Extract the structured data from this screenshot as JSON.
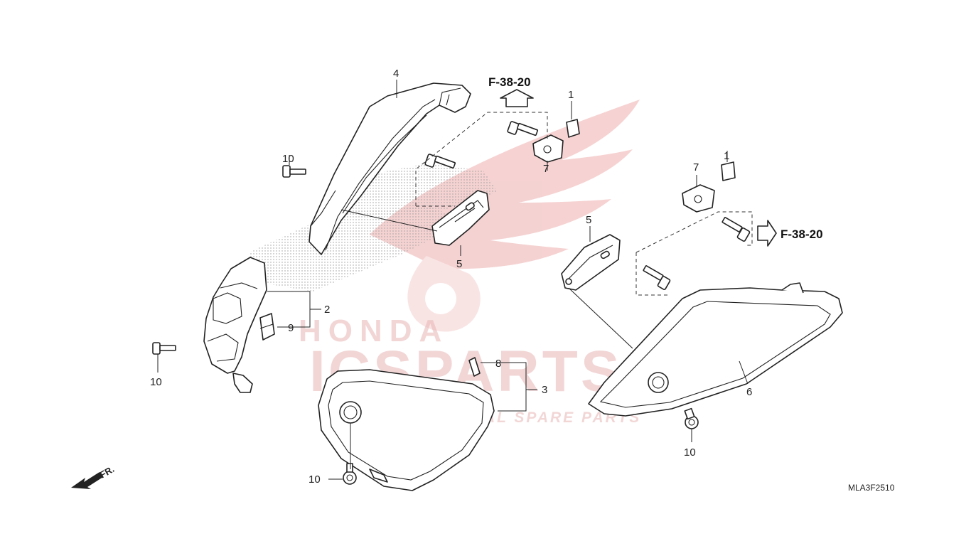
{
  "diagram": {
    "diagram_code": "MLA3F2510",
    "front_indicator": "FR.",
    "references": [
      {
        "id": "ref-top",
        "text": "F-38-20"
      },
      {
        "id": "ref-right",
        "text": "F-38-20"
      }
    ],
    "callouts": [
      {
        "id": "c-4",
        "text": "4"
      },
      {
        "id": "c-1a",
        "text": "1"
      },
      {
        "id": "c-10a",
        "text": "10"
      },
      {
        "id": "c-7a",
        "text": "7"
      },
      {
        "id": "c-5a",
        "text": "5"
      },
      {
        "id": "c-2",
        "text": "2"
      },
      {
        "id": "c-9",
        "text": "9"
      },
      {
        "id": "c-10b",
        "text": "10"
      },
      {
        "id": "c-7b",
        "text": "7"
      },
      {
        "id": "c-1b",
        "text": "1"
      },
      {
        "id": "c-5b",
        "text": "5"
      },
      {
        "id": "c-8",
        "text": "8"
      },
      {
        "id": "c-3",
        "text": "3"
      },
      {
        "id": "c-6",
        "text": "6"
      },
      {
        "id": "c-10c",
        "text": "10"
      },
      {
        "id": "c-10d",
        "text": "10"
      }
    ]
  },
  "watermark": {
    "brand": "ICSPARTS",
    "tagline": "INTERCONTINENTAL SPARE PARTS",
    "logo_text": "HONDA",
    "color": "#e9b6b6"
  },
  "colors": {
    "line": "#222222",
    "background": "#ffffff",
    "watermark": "#e9b6b6"
  }
}
